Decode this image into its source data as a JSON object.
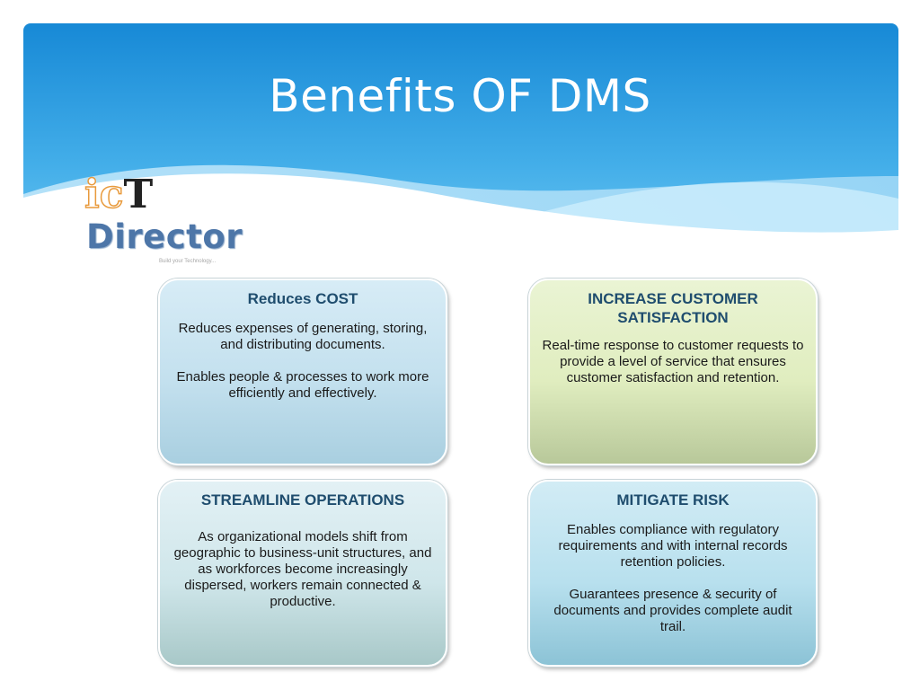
{
  "slide": {
    "title": "Benefits OF DMS"
  },
  "logo": {
    "ic": "ic",
    "t": "T",
    "main": "Director",
    "tagline": "Build your Technology..."
  },
  "cards": [
    {
      "title": "Reduces COST",
      "paragraphs": [
        "Reduces expenses of generating, storing, and distributing documents.",
        "Enables people & processes to work more efficiently and effectively."
      ]
    },
    {
      "title": "INCREASE CUSTOMER SATISFACTION",
      "paragraphs": [
        "Real-time response to customer requests to provide a level of service that ensures customer satisfaction and retention."
      ]
    },
    {
      "title": "STREAMLINE OPERATIONS",
      "paragraphs": [
        "As organizational  models shift from geographic to business-unit structures, and as workforces become increasingly dispersed, workers remain connected & productive."
      ]
    },
    {
      "title": "MITIGATE RISK",
      "paragraphs": [
        "Enables compliance with regulatory requirements and with internal records retention policies.",
        "Guarantees presence & security of documents and provides complete audit trail."
      ]
    }
  ],
  "colors": {
    "header_top": "#1b8fd8",
    "header_bottom": "#5cc0f0",
    "title_text": "#ffffff",
    "card_title": "#1f4d6e"
  }
}
